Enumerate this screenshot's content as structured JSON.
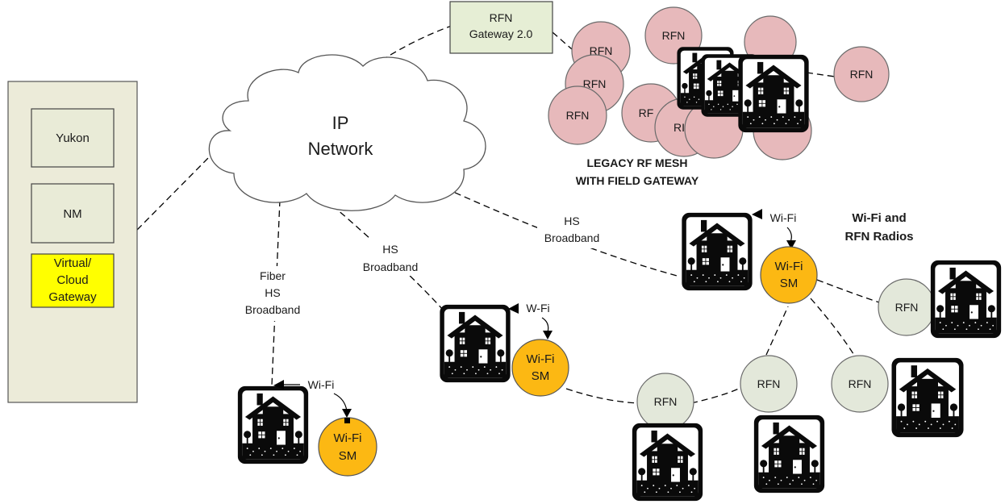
{
  "server_panel": {
    "boxes": {
      "yukon": "Yukon",
      "nm": "NM",
      "cloud_gateway": [
        "Virtual/",
        "Cloud",
        "Gateway"
      ]
    }
  },
  "cloud": {
    "label": [
      "IP",
      "Network"
    ]
  },
  "rfn_gateway": {
    "label": [
      "RFN",
      "Gateway 2.0"
    ]
  },
  "legacy_mesh": {
    "caption": [
      "LEGACY RF MESH",
      "WITH FIELD GATEWAY"
    ]
  },
  "wifi_rfn_caption": [
    "Wi-Fi and",
    "RFN Radios"
  ],
  "link_labels": {
    "fiber": [
      "Fiber",
      "HS",
      "Broadband"
    ],
    "hs_mid": [
      "HS",
      "Broadband"
    ],
    "hs_right": [
      "HS",
      "Broadband"
    ]
  },
  "wifi_labels": {
    "left": "Wi-Fi",
    "middle": "W-Fi",
    "right": "Wi-Fi"
  },
  "wifi_sm_label": [
    "Wi-Fi",
    "SM"
  ],
  "rfn_label": "RFN",
  "rfn_partial_label": "RF",
  "rfn_partial_label_2": "RI",
  "colors": {
    "panel": "#ecebd9",
    "box": "#e9ebd7",
    "cloud_gateway": "#ffff00",
    "gateway_box": "#e6eed5",
    "rfn_pink": "#e7b9bb",
    "rfn_green": "#e3e8da",
    "wifi_sm": "#fcb813",
    "house": "#0a0a0a"
  },
  "icons": [
    "house-icon"
  ]
}
